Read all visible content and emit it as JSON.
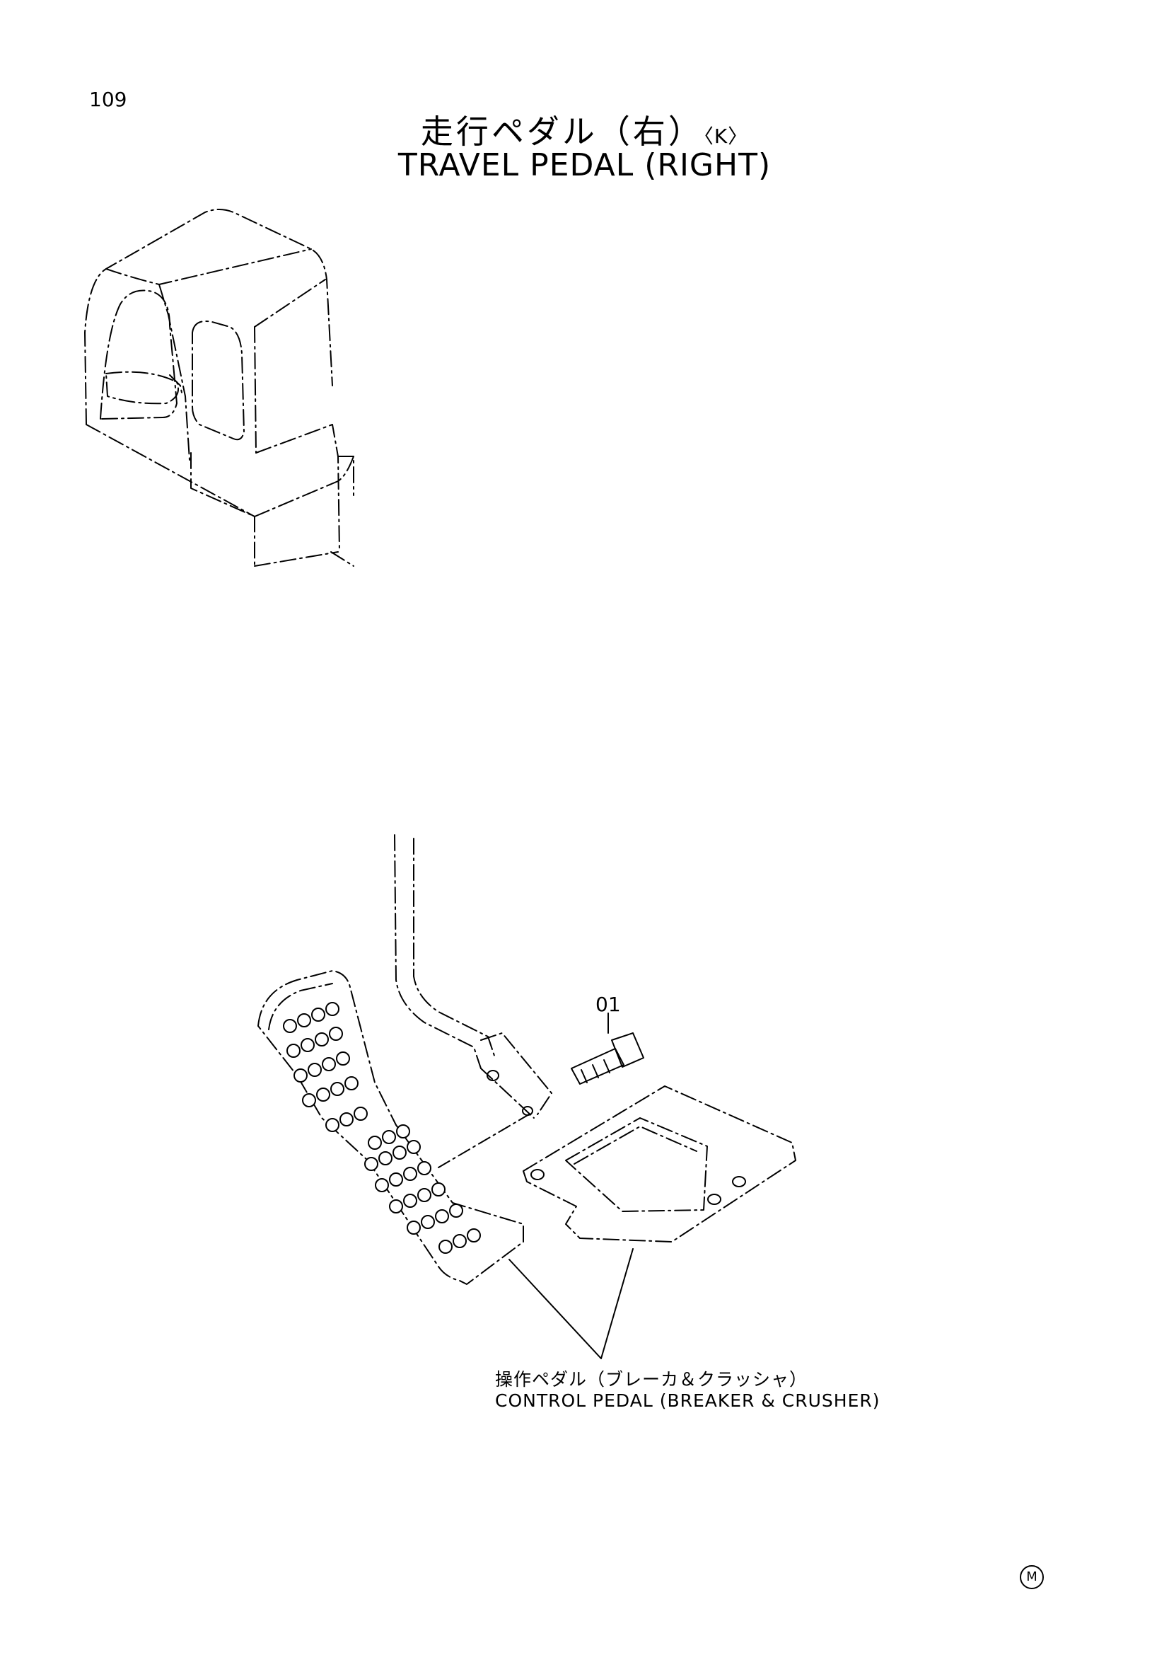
{
  "page": {
    "number": "109"
  },
  "title": {
    "japanese": "走行ペダル（右）",
    "suffix": "〈K〉",
    "english": "TRAVEL PEDAL (RIGHT)"
  },
  "parts": [
    {
      "ref": "01"
    }
  ],
  "callout": {
    "japanese": "操作ペダル（ブレーカ＆クラッシャ）",
    "english": "CONTROL PEDAL (BREAKER & CRUSHER)"
  },
  "footer": {
    "mark": "M"
  }
}
